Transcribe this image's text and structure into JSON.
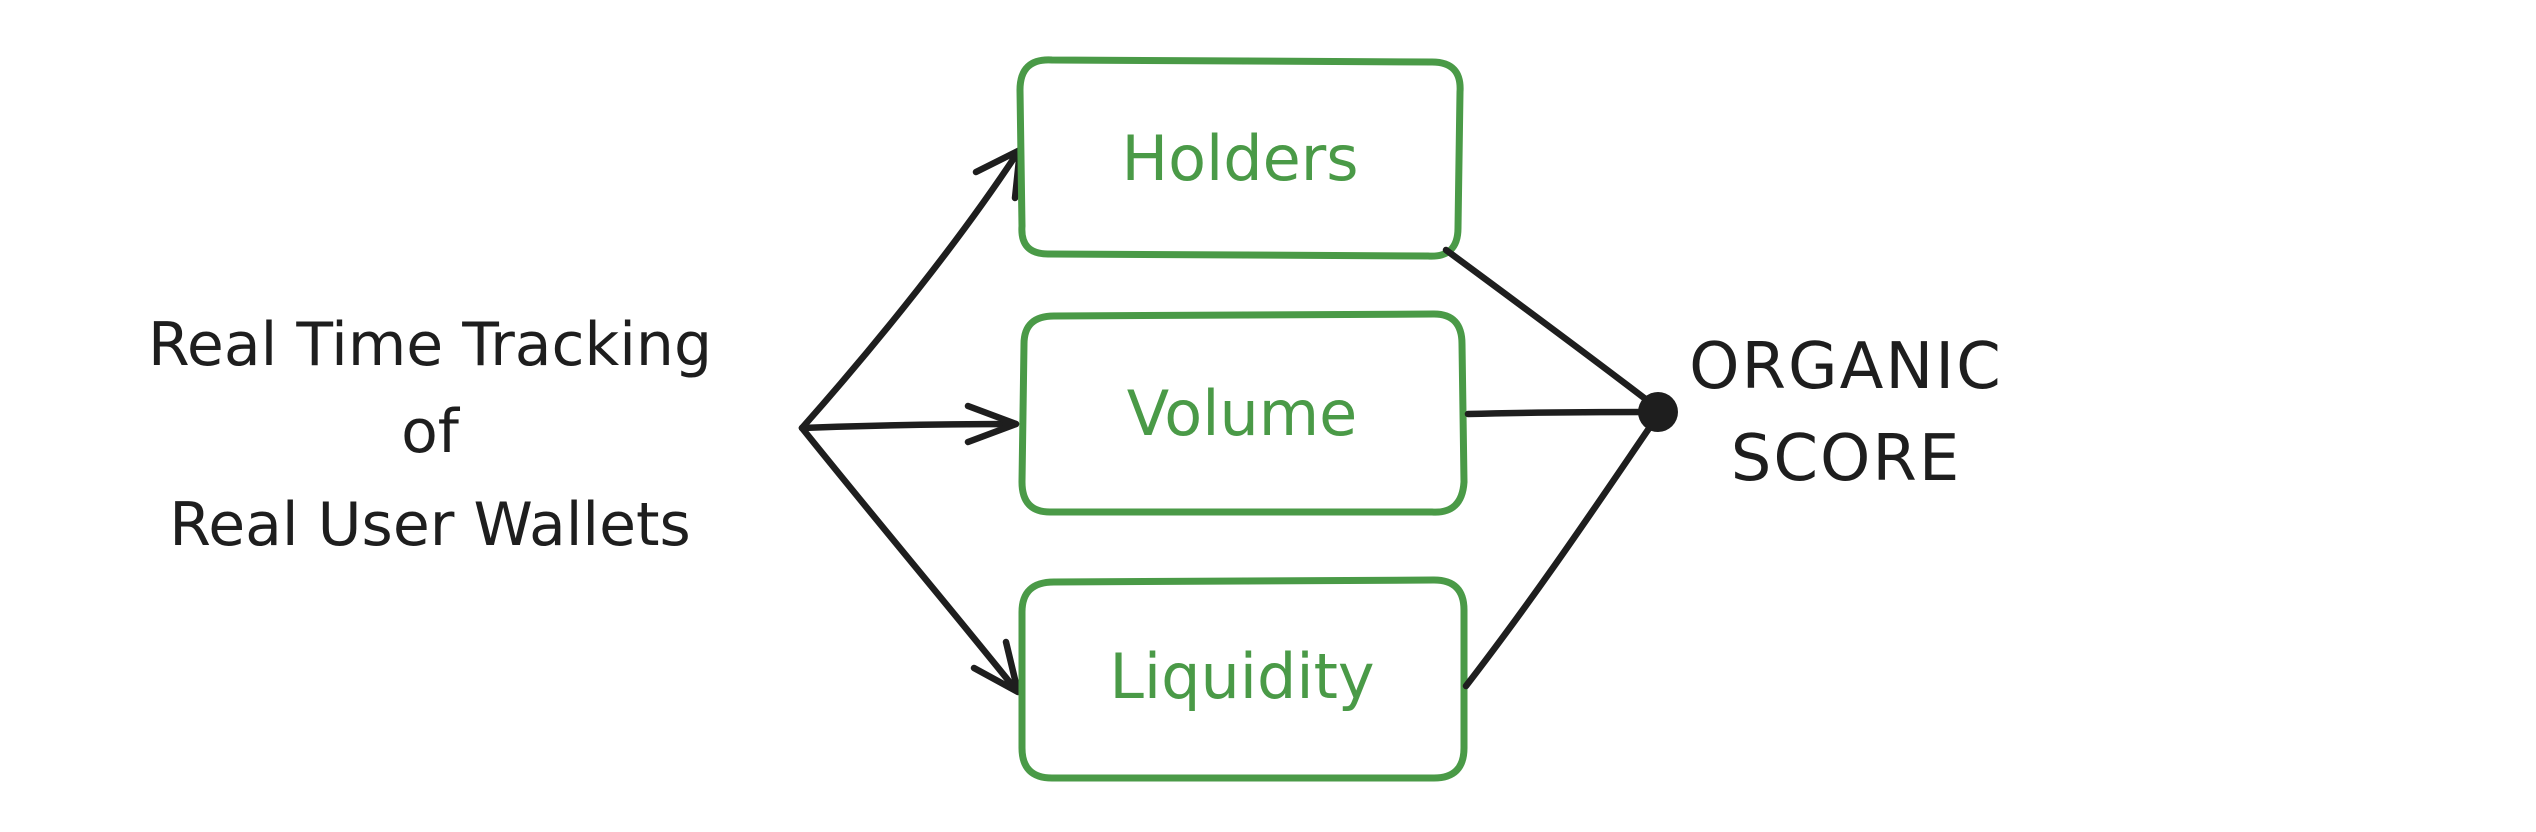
{
  "source": {
    "lines": [
      "Real Time Tracking",
      "of",
      "Real User Wallets"
    ]
  },
  "factors": [
    {
      "label": "Holders"
    },
    {
      "label": "Volume"
    },
    {
      "label": "Liquidity"
    }
  ],
  "result": {
    "lines": [
      "ORGANIC",
      "SCORE"
    ]
  },
  "colors": {
    "ink": "#1e1e1e",
    "factor_green": "#4a9a47",
    "background": "#ffffff"
  }
}
